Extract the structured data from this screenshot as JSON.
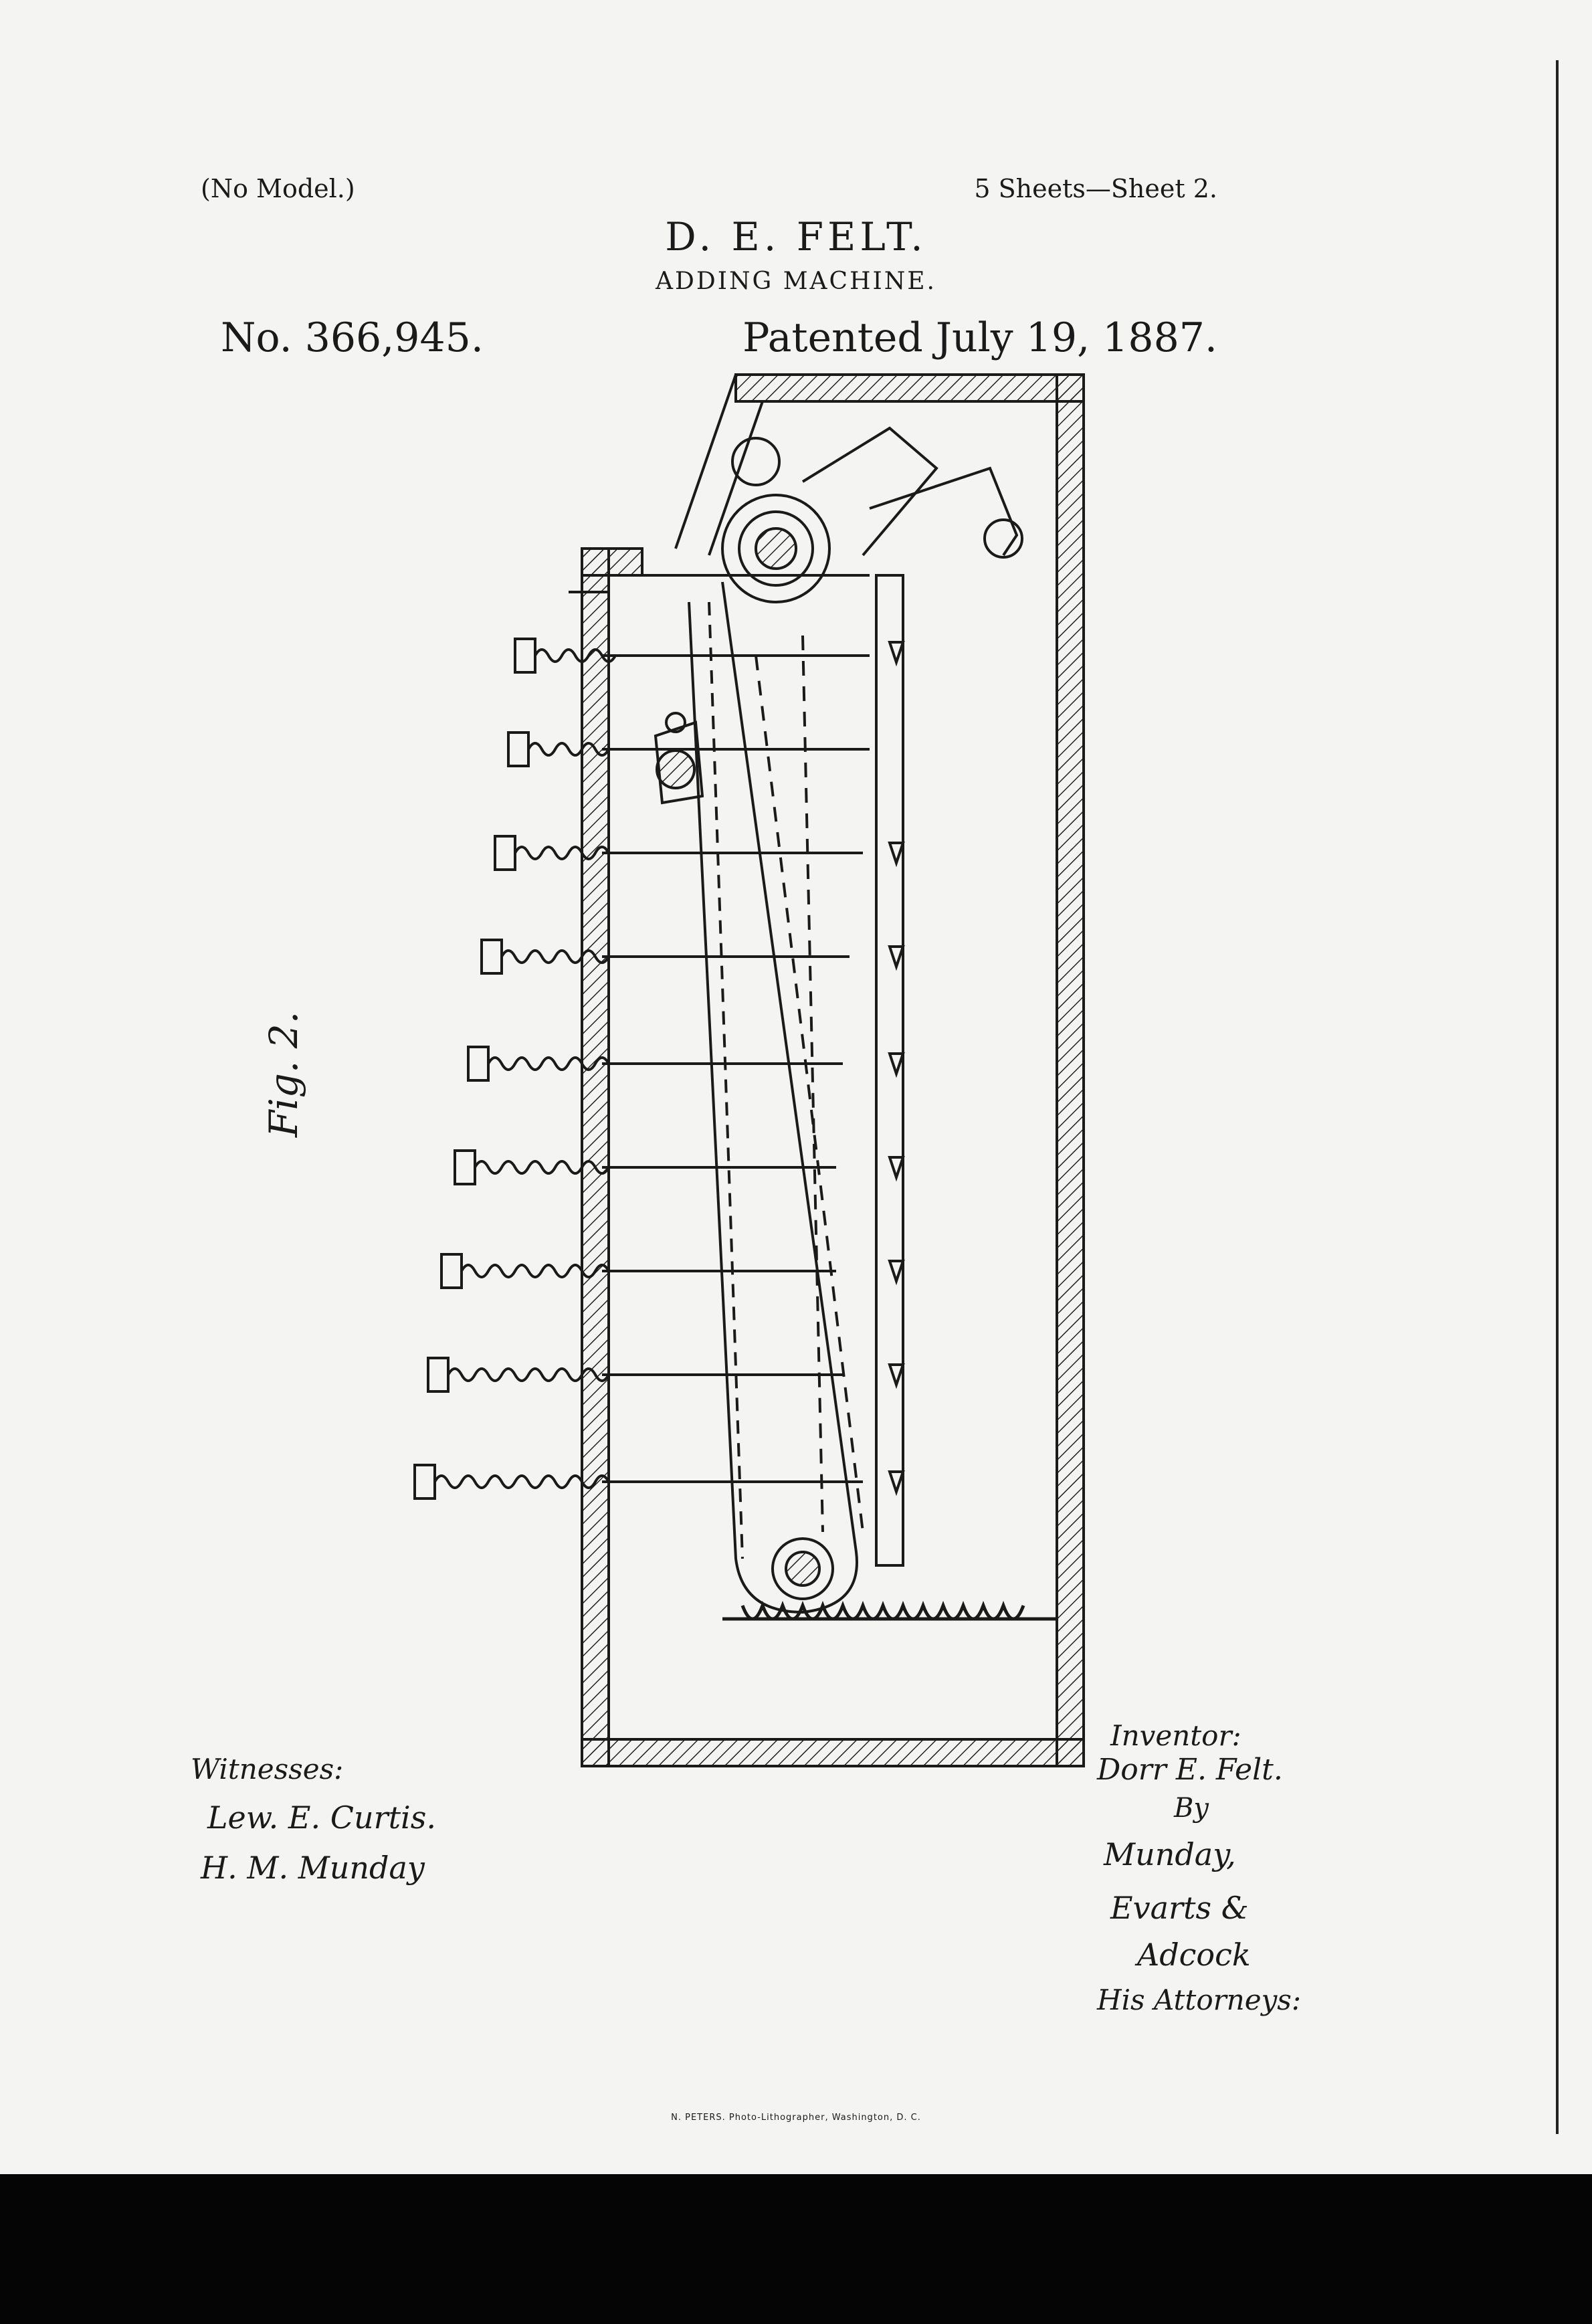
{
  "header": {
    "model_note": "(No Model.)",
    "sheet_info": "5 Sheets—Sheet 2.",
    "inventor": "D. E. FELT.",
    "title": "ADDING MACHINE.",
    "patent_number": "No. 366,945.",
    "patent_date": "Patented July 19, 1887."
  },
  "figure": {
    "label": "Fig. 2."
  },
  "witnesses": {
    "heading": "Witnesses:",
    "names": [
      "Lew. E. Curtis.",
      "H. M. Munday"
    ]
  },
  "inventor_block": {
    "heading": "Inventor:",
    "name": "Dorr E. Felt.",
    "by": "By",
    "attorneys": [
      "Munday,",
      "Evarts &",
      "Adcock",
      "His Attorneys:"
    ]
  },
  "printer": "N. PETERS. Photo-Lithographer, Washington, D. C."
}
